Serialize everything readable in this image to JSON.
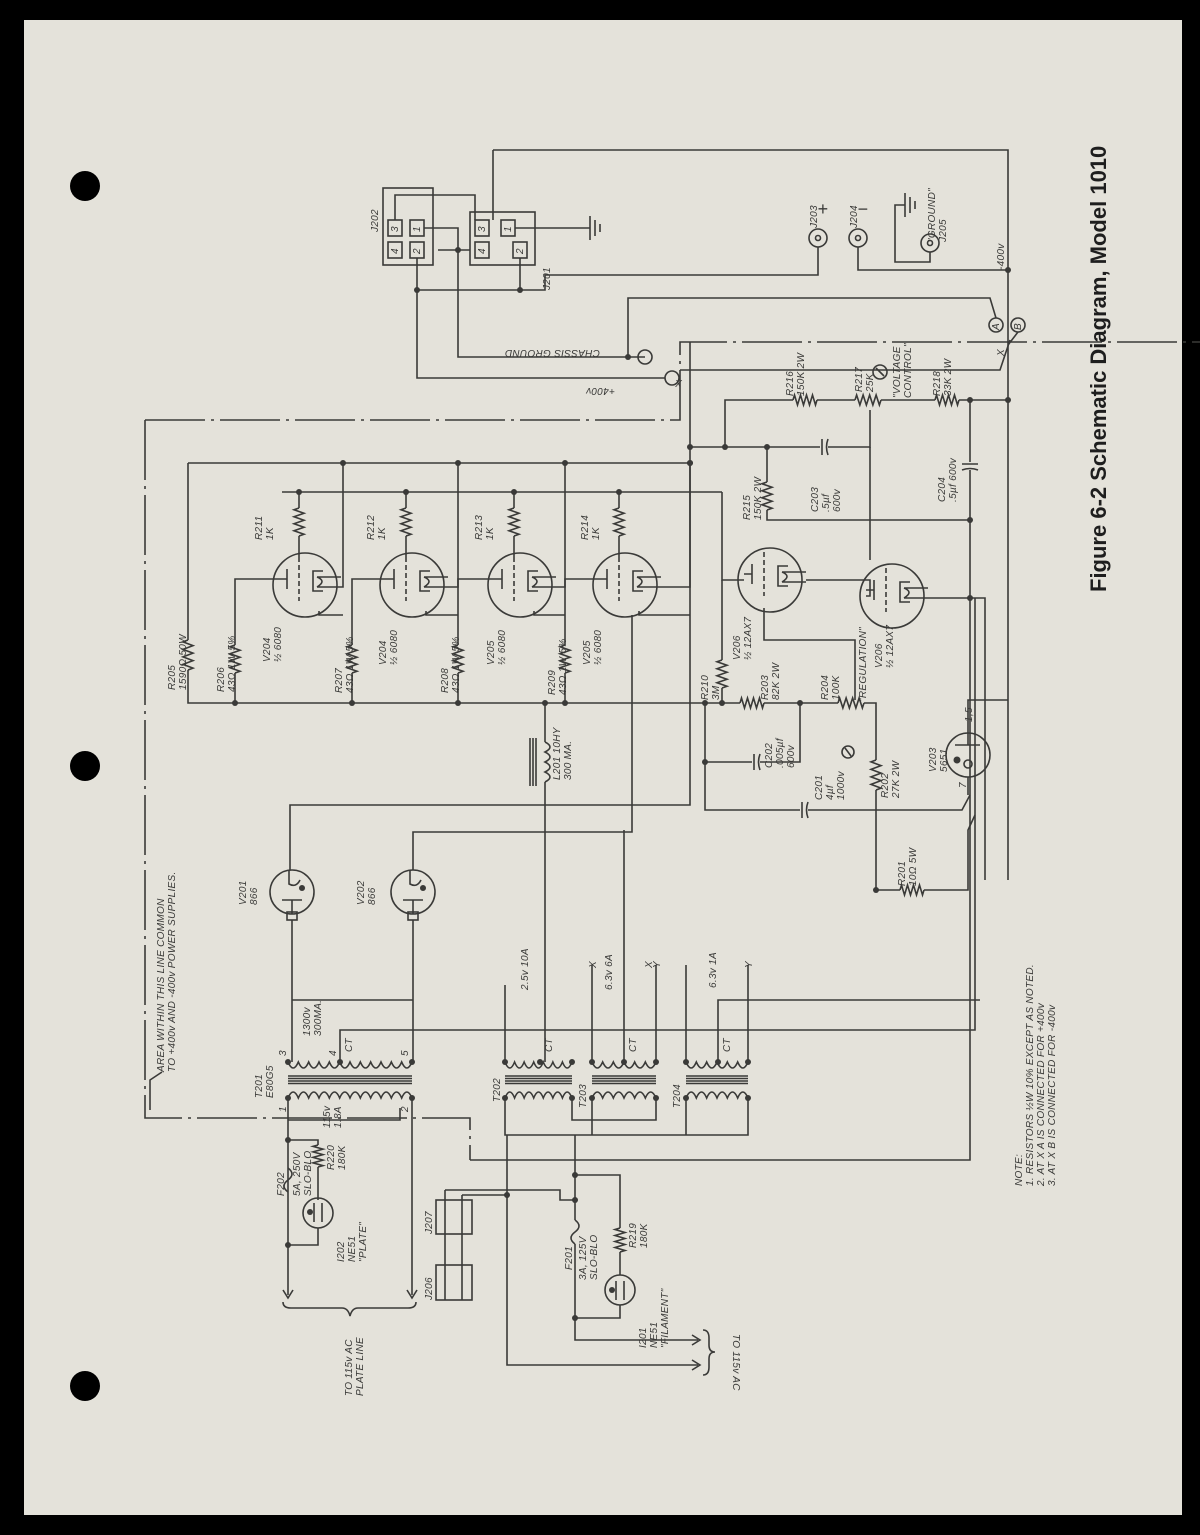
{
  "title": "Figure 6-2   Schematic Diagram, Model 1010",
  "colors": {
    "paper": "#e4e2da",
    "ink": "#3a3a38",
    "background": "#000000"
  },
  "labels": {
    "r205": [
      "R205",
      "1590Ω 50W"
    ],
    "r206": [
      "R206",
      "43Ω 1W 5%"
    ],
    "r207": [
      "R207",
      "43Ω 1W 5%"
    ],
    "r208": [
      "R208",
      "43Ω 1W 5%"
    ],
    "r209": [
      "R209",
      "43Ω 1W 5%"
    ],
    "r211": [
      "R211",
      "1K"
    ],
    "r212": [
      "R212",
      "1K"
    ],
    "r213": [
      "R213",
      "1K"
    ],
    "r214": [
      "R214",
      "1K"
    ],
    "v204a": [
      "V204",
      "½ 6080"
    ],
    "v204b": [
      "V204",
      "½ 6080"
    ],
    "v205a": [
      "V205",
      "½ 6080"
    ],
    "v205b": [
      "V205",
      "½ 6080"
    ],
    "r210": [
      "R210",
      "3M"
    ],
    "v206a": [
      "V206",
      "½ 12AX7"
    ],
    "v206b": [
      "V206",
      "½ 12AX7"
    ],
    "r203": [
      "R203",
      "82K 2W"
    ],
    "r204": [
      "R204",
      "100K"
    ],
    "regulation": [
      "\"REGULATION\""
    ],
    "r215": [
      "R215",
      "150K 2W"
    ],
    "c203": [
      "C203",
      ".5µf",
      "600v"
    ],
    "c204": [
      "C204",
      ".5µf 600v"
    ],
    "r216": [
      "R216",
      "150K 2W"
    ],
    "r217": [
      "R217",
      "25K"
    ],
    "voltage_control": [
      "\"VOLTAGE",
      "CONTROL\""
    ],
    "r218": [
      "R218",
      "33K 2W"
    ],
    "c202": [
      "C202",
      ".005µf",
      "600v"
    ],
    "c201": [
      "C201",
      "4µf",
      "1000v"
    ],
    "r202": [
      "R202",
      "27K 2W"
    ],
    "v203": [
      "V203",
      "5651"
    ],
    "v203_pin15": [
      "1,5"
    ],
    "v203_pin7": [
      "7"
    ],
    "r201": [
      "R201",
      "10Ω 5W"
    ],
    "l201": [
      "L201 10HY",
      "300 MA."
    ],
    "v201": [
      "V201",
      "866"
    ],
    "v202": [
      "V202",
      "866"
    ],
    "area": [
      "AREA WITHIN THIS LINE COMMON",
      "TO +400v AND -400v POWER SUPPLIES."
    ],
    "hv": [
      "1300v",
      "300MA."
    ],
    "t201": [
      "T201",
      "E80G5"
    ],
    "t201_primary": [
      "115v",
      "1.8A"
    ],
    "t201_pin3": [
      "3"
    ],
    "t201_pin4": [
      "4"
    ],
    "t201_pin5": [
      "5"
    ],
    "t201_pin1": [
      "1"
    ],
    "t201_pin2": [
      "2"
    ],
    "ct1": [
      "CT"
    ],
    "ct2": [
      "CT"
    ],
    "ct3": [
      "CT"
    ],
    "ct4": [
      "CT"
    ],
    "t202": [
      "T202"
    ],
    "t203": [
      "T203"
    ],
    "t204": [
      "T204"
    ],
    "t202_sec": [
      "2.5v 10A"
    ],
    "t203_sec": [
      "6.3v 6A"
    ],
    "t204_sec": [
      "6.3v 1A"
    ],
    "x1": [
      "X"
    ],
    "x2": [
      "X"
    ],
    "y1": [
      "Y"
    ],
    "y2": [
      "Y"
    ],
    "f202": [
      "F202"
    ],
    "f202_val": [
      "5A, 250V",
      "SLO-BLO"
    ],
    "r220": [
      "R220",
      "180K"
    ],
    "i202": [
      "I202",
      "NE51",
      "\"PLATE\""
    ],
    "plate_line": [
      "TO 115v AC",
      "PLATE LINE"
    ],
    "j207": [
      "J207"
    ],
    "j206": [
      "J206"
    ],
    "f201": [
      "F201"
    ],
    "f201_val": [
      "3A, 125V",
      "SLO-BLO"
    ],
    "r219": [
      "R219",
      "180K"
    ],
    "i201": [
      "I201",
      "NE51",
      "\"FILAMENT\""
    ],
    "ac_in": [
      "TO 115v AC"
    ],
    "j202": [
      "J202"
    ],
    "j201": [
      "J201"
    ],
    "j203": [
      "J203"
    ],
    "j204": [
      "J204"
    ],
    "j205": [
      "\"GROUND\"",
      "J205"
    ],
    "plus": [
      "+"
    ],
    "minus": [
      "−"
    ],
    "neg400": [
      "-400v"
    ],
    "chassis_ground": [
      "CHASSIS GROUND"
    ],
    "pos400": [
      "+400v"
    ],
    "pa": [
      "A"
    ],
    "pb": [
      "B"
    ],
    "xa": [
      "X"
    ],
    "xb": [
      "X"
    ],
    "pin_j202_3": [
      "3"
    ],
    "pin_j202_1": [
      "1"
    ],
    "pin_j202_4": [
      "4"
    ],
    "pin_j202_2": [
      "2"
    ],
    "pin_j201_3": [
      "3"
    ],
    "pin_j201_1": [
      "1"
    ],
    "pin_j201_4": [
      "4"
    ],
    "pin_j201_2": [
      "2"
    ]
  },
  "notes": [
    "NOTE:",
    "1. RESISTORS ½W 10% EXCEPT AS NOTED.",
    "2. AT X A IS CONNECTED FOR +400v",
    "3. AT X B IS CONNECTED FOR -400v"
  ]
}
